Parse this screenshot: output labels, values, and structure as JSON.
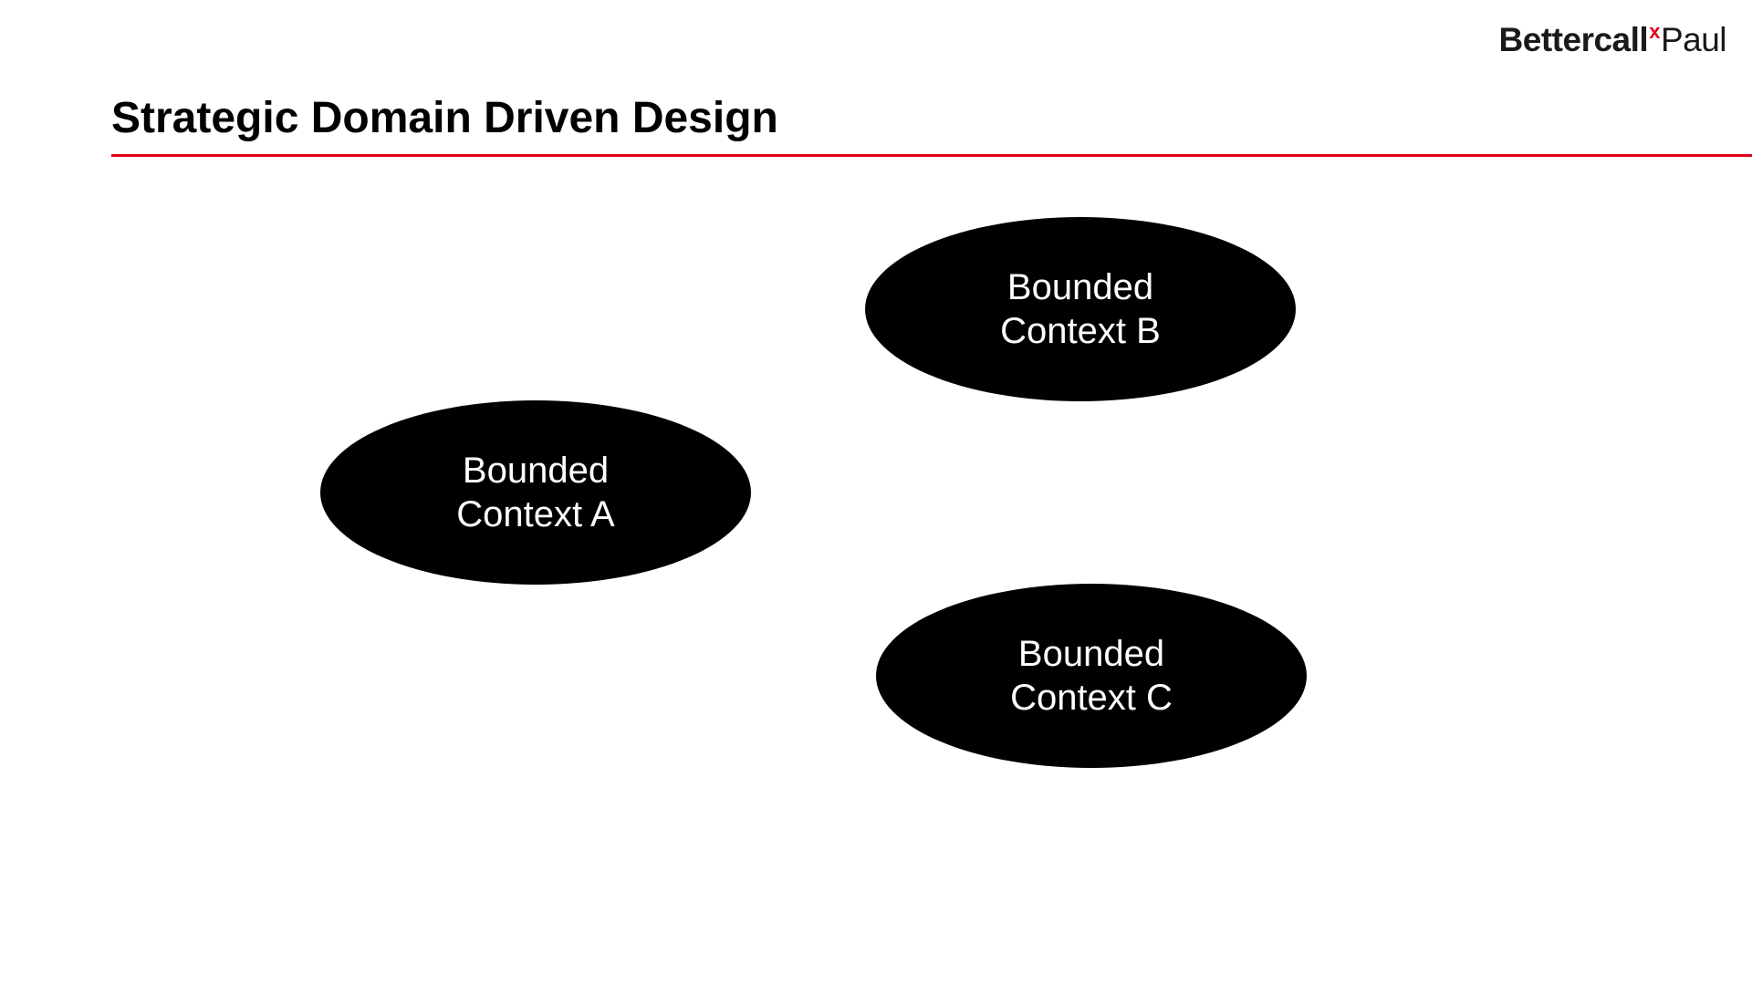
{
  "logo": {
    "part1": "Bettercall",
    "mark": "x",
    "part2": "Paul"
  },
  "slide": {
    "title": "Strategic Domain Driven Design"
  },
  "contexts": [
    {
      "label": "Bounded Context A"
    },
    {
      "label": "Bounded Context B"
    },
    {
      "label": "Bounded Context C"
    }
  ],
  "colors": {
    "accent": "#e2001a",
    "context_fill": "#000000",
    "context_text": "#ffffff"
  }
}
